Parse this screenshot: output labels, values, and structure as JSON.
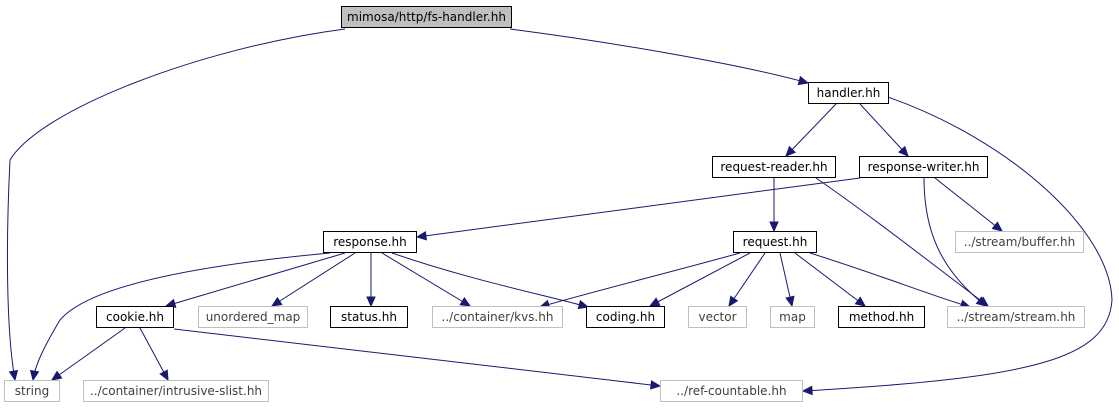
{
  "colors": {
    "edge": "#191970",
    "root_fill": "#bfbfbf",
    "doc_border": "#000000",
    "ext_border": "#bfbfbf",
    "ext_text": "#404040"
  },
  "nodes": {
    "fs_handler": "mimosa/http/fs-handler.hh",
    "handler": "handler.hh",
    "request_reader": "request-reader.hh",
    "response_writer": "response-writer.hh",
    "response": "response.hh",
    "request": "request.hh",
    "stream_buffer": "../stream/buffer.hh",
    "cookie": "cookie.hh",
    "unordered_map": "unordered_map",
    "status": "status.hh",
    "container_kvs": "../container/kvs.hh",
    "coding": "coding.hh",
    "vector": "vector",
    "map": "map",
    "method": "method.hh",
    "stream_stream": "../stream/stream.hh",
    "string": "string",
    "intrusive_slist": "../container/intrusive-slist.hh",
    "ref_countable": "../ref-countable.hh"
  }
}
